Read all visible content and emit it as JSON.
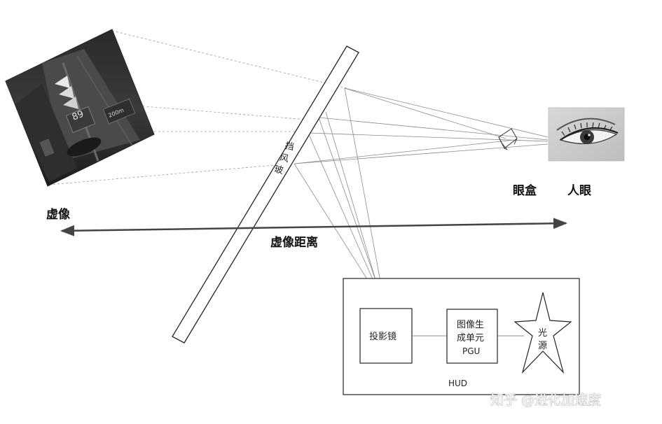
{
  "labels": {
    "virtual_image": "虚像",
    "virtual_image_distance": "虚像距离",
    "eye_box": "眼盒",
    "human_eye": "人眼",
    "windshield": [
      "挡",
      "风",
      "玻"
    ],
    "projector": "投影镜",
    "pgu_line1": "图像生",
    "pgu_line2": "成单元",
    "pgu_line3": "PGU",
    "light_source": [
      "光",
      "源"
    ],
    "hud": "HUD"
  },
  "virtual_image_display": {
    "speed": "89",
    "nav_text": "200m"
  },
  "watermark": "知乎 @进化加速度",
  "colors": {
    "ray": "#8a8a8a",
    "arrow": "#444444",
    "outline": "#222222"
  }
}
